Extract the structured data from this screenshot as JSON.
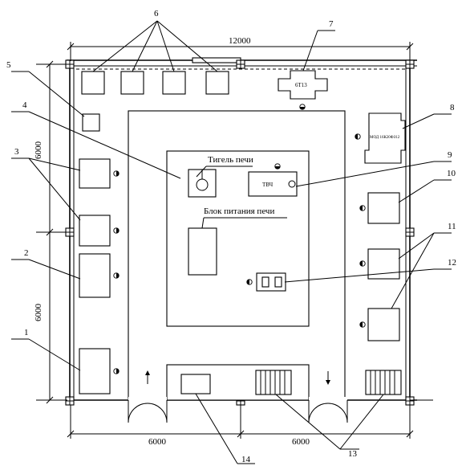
{
  "dimensions": {
    "top": "12000",
    "left_upper": "6000",
    "left_lower": "6000",
    "bottom_left": "6000",
    "bottom_right": "6000"
  },
  "labels": {
    "crucible": "Тигель печи",
    "power_block": "Блок питания печи",
    "tvch": "ТВЧ",
    "unit7": "6Т13",
    "unit8": "МОД 16К20ФЗ12"
  },
  "callouts": [
    "1",
    "2",
    "3",
    "4",
    "5",
    "6",
    "7",
    "8",
    "9",
    "10",
    "11",
    "12",
    "13",
    "14"
  ]
}
